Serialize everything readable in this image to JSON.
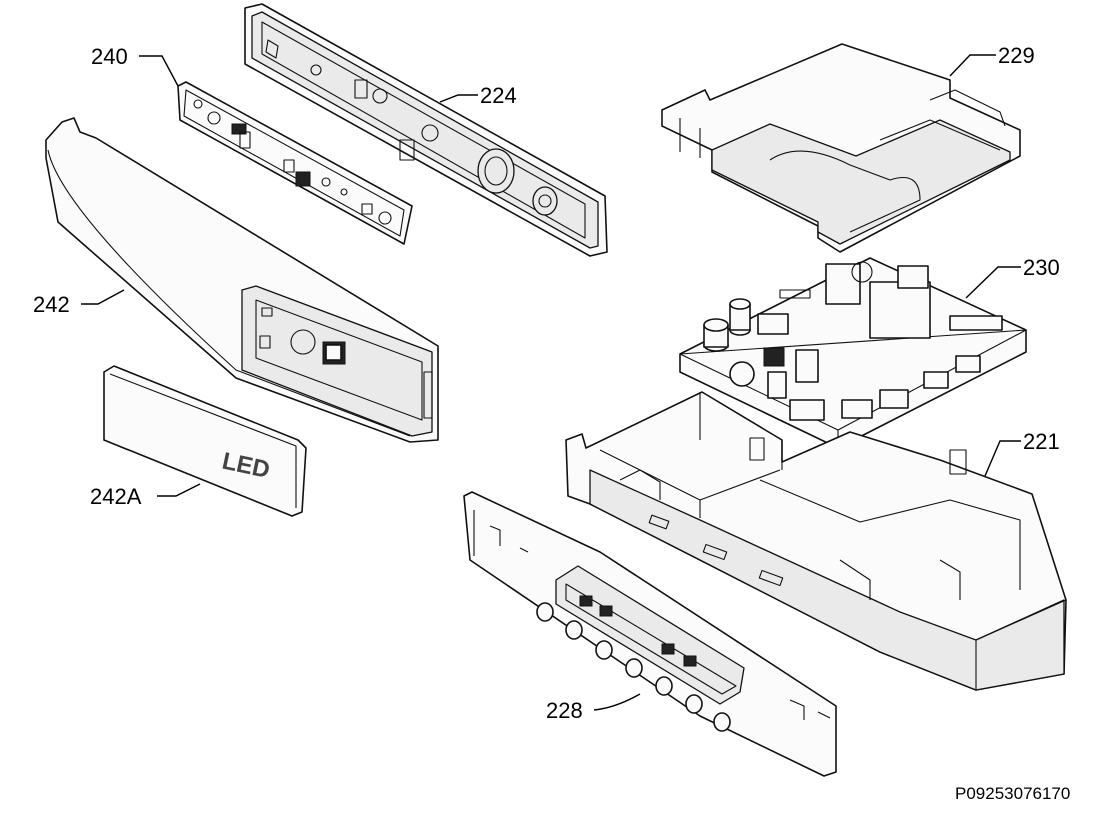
{
  "callouts": {
    "c240": "240",
    "c224": "224",
    "c229": "229",
    "c230": "230",
    "c242": "242",
    "c221": "221",
    "c242a": "242A",
    "c228": "228"
  },
  "parts": {
    "cover_label": "LED"
  },
  "doc_reference": "P09253076170"
}
